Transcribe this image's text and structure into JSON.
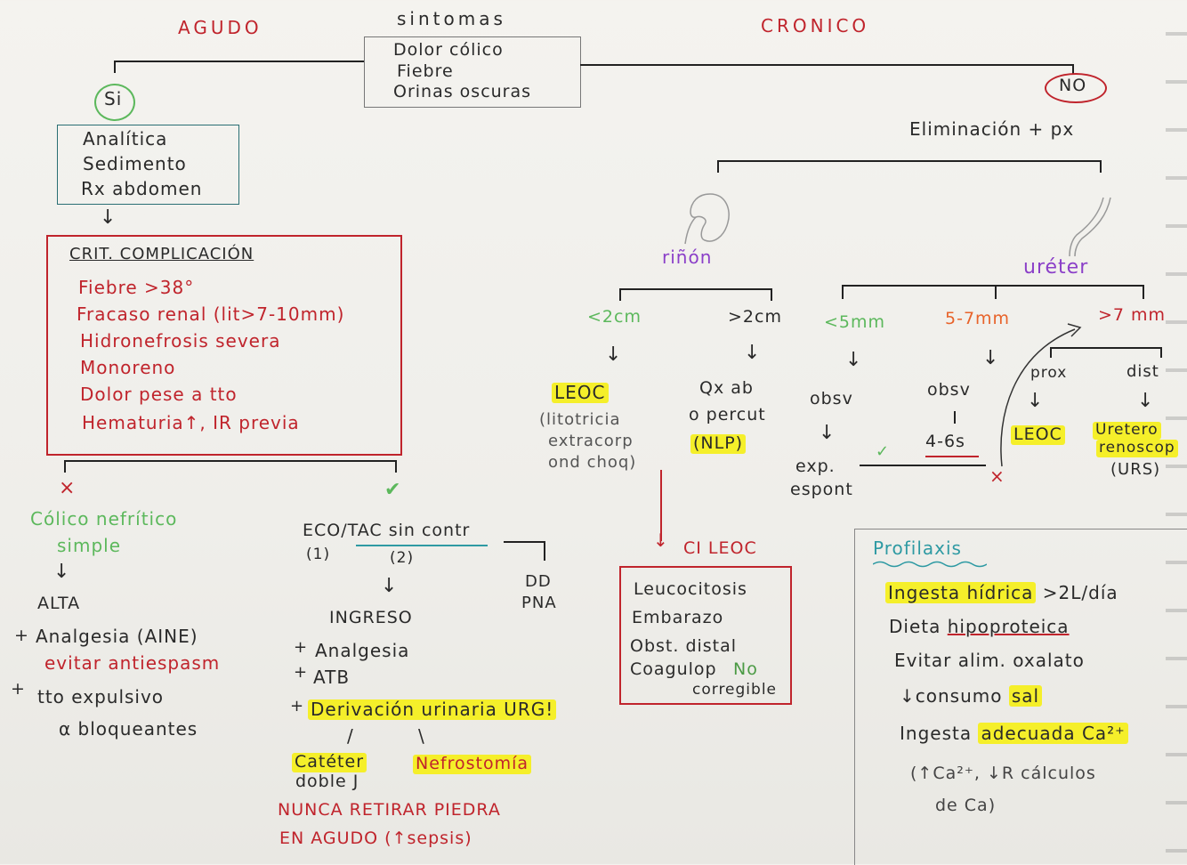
{
  "header": {
    "agudo": "AGUDO",
    "sintomas": "sintomas",
    "cronico": "CRONICO",
    "sintomas_box": [
      "Dolor cólico",
      "Fiebre",
      "Orinas oscuras"
    ]
  },
  "agudo": {
    "si": "Si",
    "tests": [
      "Analítica",
      "Sedimento",
      "Rx abdomen"
    ],
    "crit_title": "CRIT. COMPLICACIÓN",
    "crit_items": [
      "Fiebre >38°",
      "Fracaso renal (lit>7-10mm)",
      "Hidronefrosis severa",
      "Monoreno",
      "Dolor pese a tto",
      "Hematuria↑, IR previa"
    ],
    "no_mark": "×",
    "yes_mark": "✔",
    "colico_1": "Cólico nefrítico",
    "colico_2": "simple",
    "alta": "ALTA",
    "plus": "+",
    "analgesia": "Analgesia (AINE)",
    "evitar": "evitar antiespasm",
    "tto": "tto expulsivo",
    "alfa": "α bloqueantes",
    "eco": "ECO/TAC sin contr",
    "eco_n1": "(1)",
    "eco_n2": "(2)",
    "dd1": "DD",
    "dd2": "PNA",
    "ingreso": "INGRESO",
    "analgesia2": "Analgesia",
    "atb": "ATB",
    "derivacion": "Derivación urinaria URG!",
    "cateter_1": "Catéter",
    "cateter_2": "doble J",
    "nefrostomia": "Nefrostomía",
    "nunca_1": "NUNCA RETIRAR PIEDRA",
    "nunca_2": "EN AGUDO (↑sepsis)"
  },
  "cronico": {
    "no": "NO",
    "eliminacion": "Eliminación + px",
    "rinon": "riñón",
    "ureter": "uréter",
    "r_lt": "<2cm",
    "r_gt": ">2cm",
    "u_lt": "<5mm",
    "u_mid": "5-7mm",
    "u_gt": ">7 mm",
    "leoc": "LEOC",
    "leoc_desc": [
      "(litotricia",
      "extracorp",
      "ond choq)"
    ],
    "qx": [
      "Qx ab",
      "o percut"
    ],
    "nlp": "(NLP)",
    "obsv1": "obsv",
    "obsv2": "obsv",
    "exp": [
      "exp.",
      "espont"
    ],
    "weeks": "4-6s",
    "check": "✓",
    "cross": "×",
    "prox": "prox",
    "dist": "dist",
    "leoc2": "LEOC",
    "uretero": [
      "Uretero",
      "renoscop"
    ],
    "urs": "(URS)",
    "ci_title": "CI LEOC",
    "ci_items": [
      "Leucocitosis",
      "Embarazo",
      "Obst. distal",
      "Coagulop"
    ],
    "ci_no": "No",
    "ci_corr": "corregible"
  },
  "profilaxis": {
    "title": "Profilaxis",
    "items": [
      {
        "pre": "",
        "hl": "Ingesta hídrica",
        "post": " >2L/día"
      },
      {
        "pre": "Dieta ",
        "hl": "",
        "post": "hipoproteica"
      },
      {
        "pre": "Evitar alim. oxalato",
        "hl": "",
        "post": ""
      },
      {
        "pre": "↓consumo ",
        "hl": "sal",
        "post": ""
      },
      {
        "pre": "Ingesta ",
        "hl": "adecuada Ca²⁺",
        "post": ""
      }
    ],
    "note_1": "(↑Ca²⁺, ↓R cálculos",
    "note_2": "de Ca)"
  },
  "colors": {
    "red": "#c0242c",
    "green": "#5cb85c",
    "purple": "#8b3fc8",
    "orange": "#e8632a",
    "teal": "#2e9aa3",
    "highlight": "#f5ef2a"
  }
}
